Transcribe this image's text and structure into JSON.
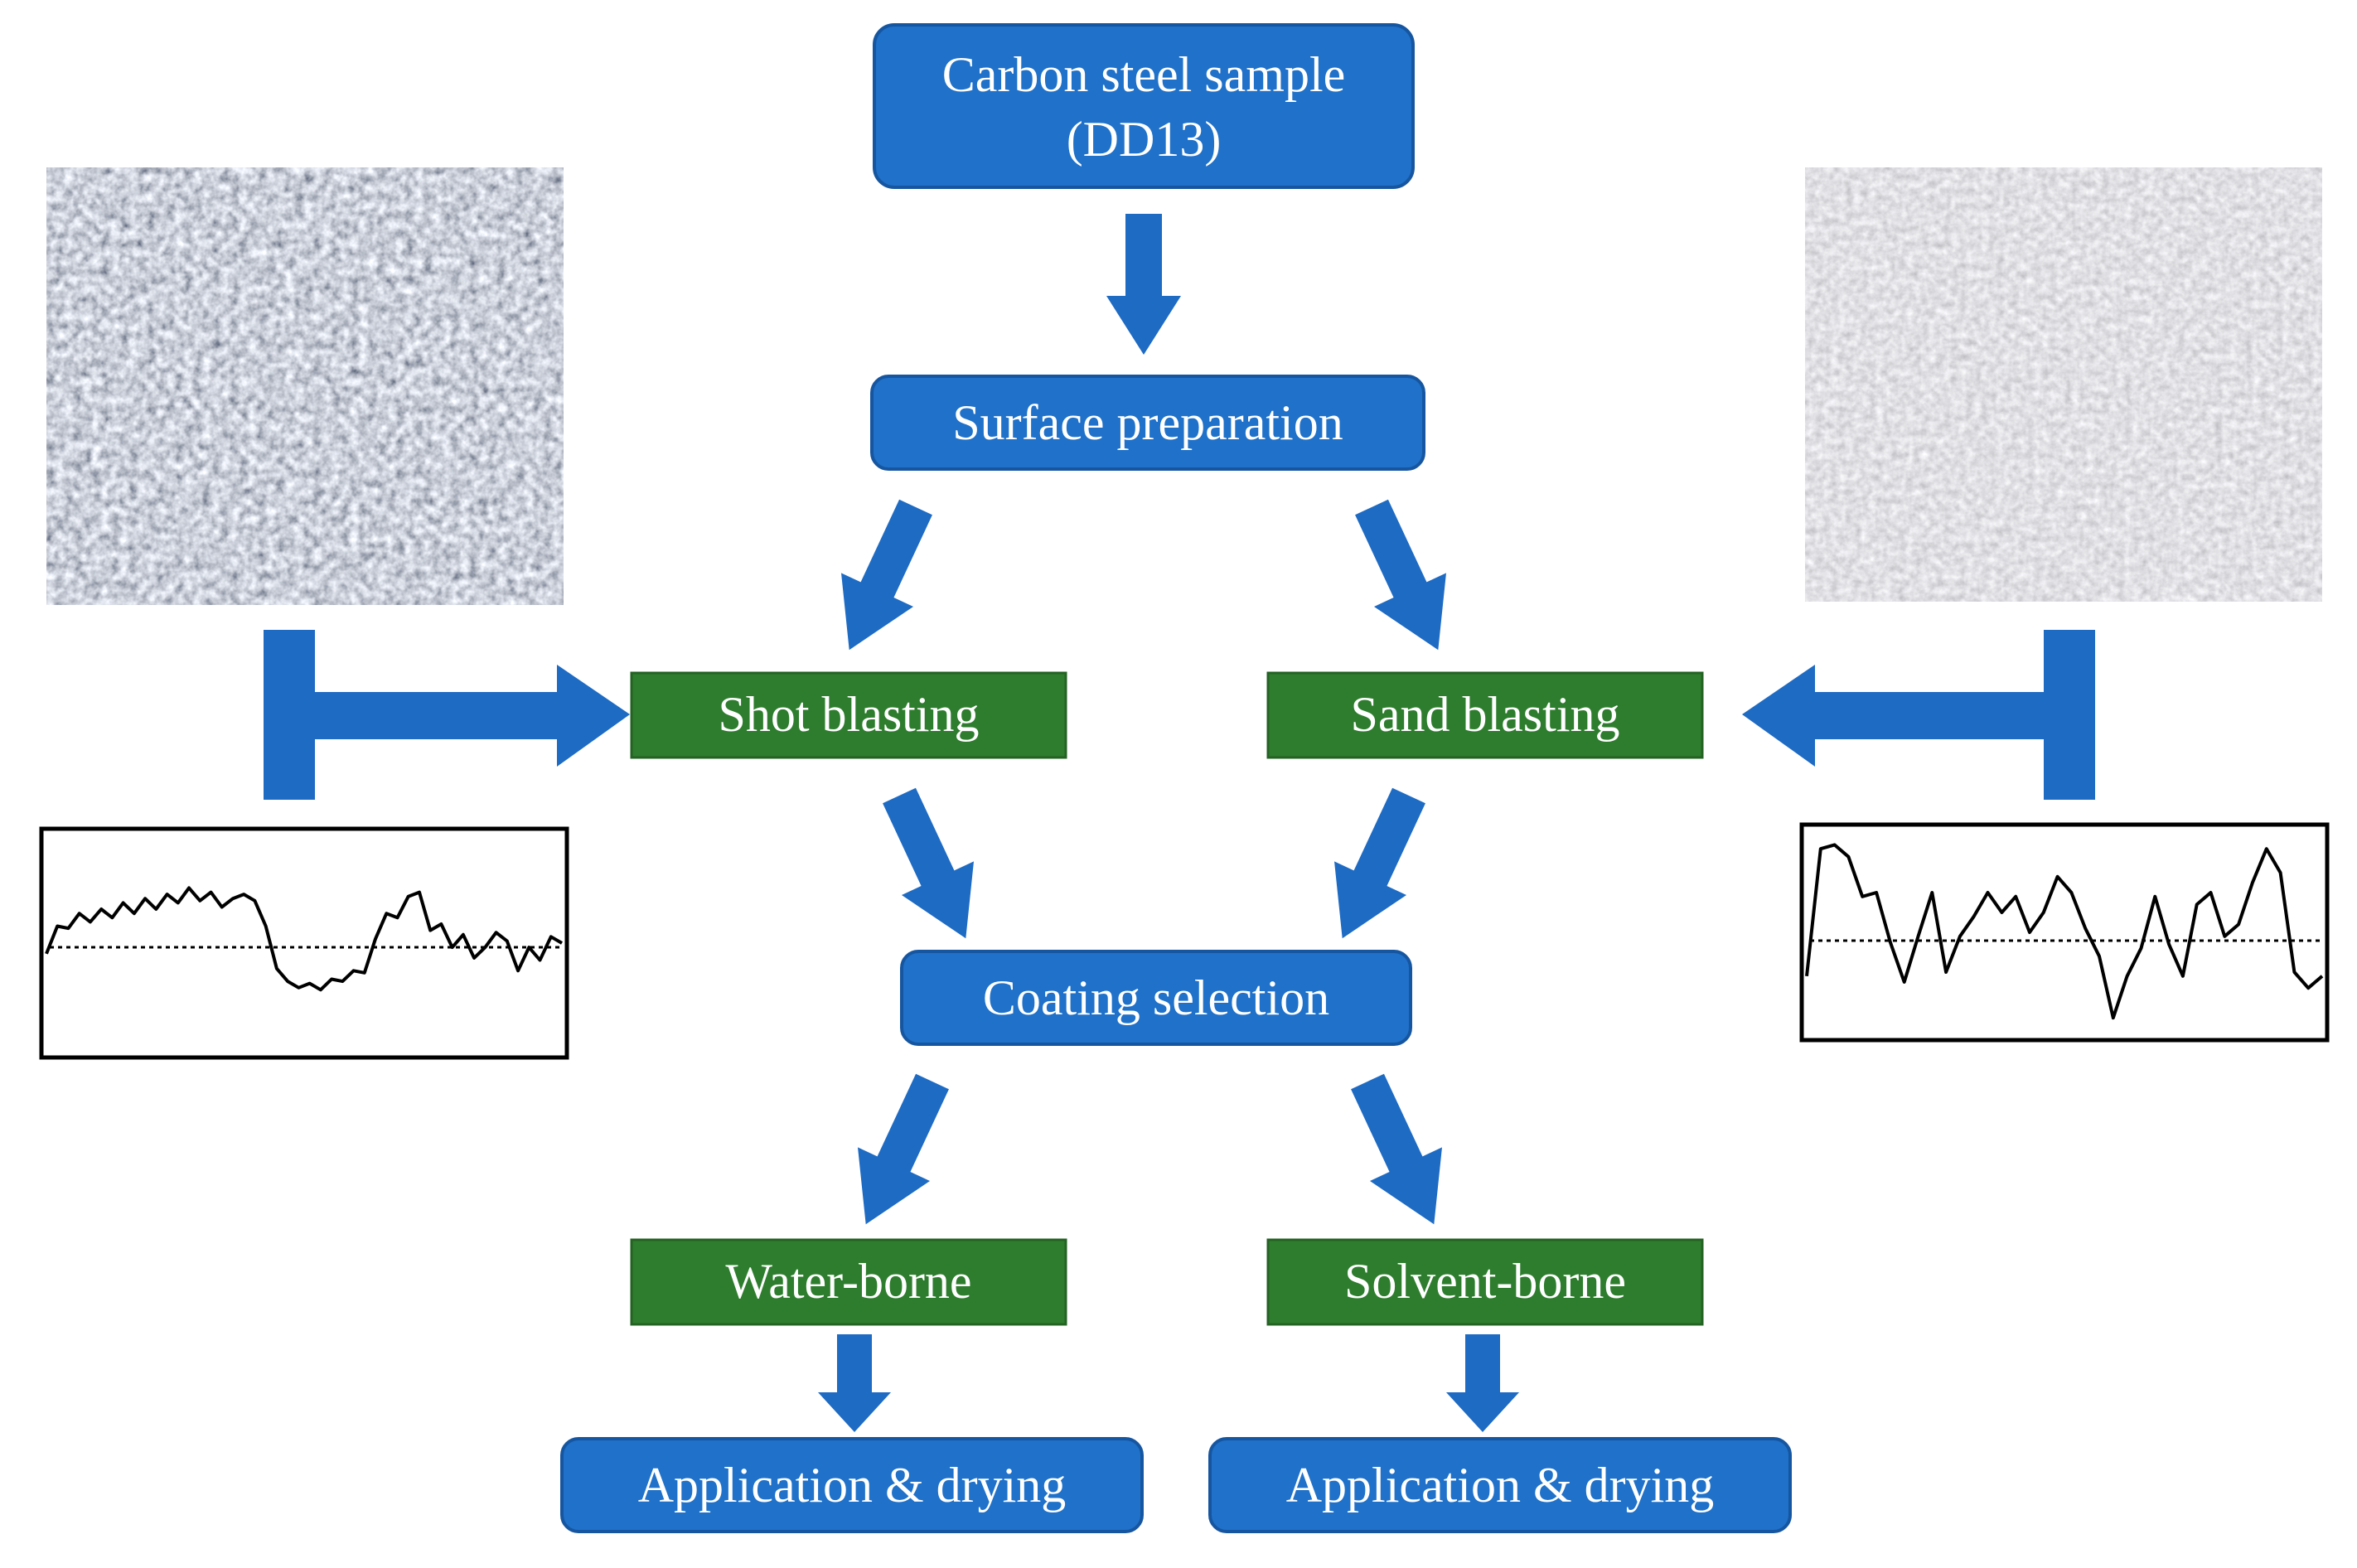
{
  "colors": {
    "blue_box": "#1F71C9",
    "blue_border": "#1656A0",
    "green_box": "#2E7D2E",
    "arrow_blue": "#1E6BC4",
    "text": "#FFFFFF",
    "profile_line": "#000000"
  },
  "nodes": {
    "sample_line1": "Carbon steel sample",
    "sample_line2": "(DD13)",
    "surface_preparation": "Surface preparation",
    "shot_blasting": "Shot blasting",
    "sand_blasting": "Sand blasting",
    "coating_selection": "Coating selection",
    "water_borne": "Water-borne",
    "solvent_borne": "Solvent-borne",
    "application_left": "Application & drying",
    "application_right": "Application & drying"
  },
  "profiles": {
    "shot": [
      0.55,
      0.42,
      0.43,
      0.36,
      0.4,
      0.34,
      0.38,
      0.31,
      0.36,
      0.29,
      0.34,
      0.27,
      0.31,
      0.24,
      0.3,
      0.26,
      0.33,
      0.29,
      0.27,
      0.3,
      0.42,
      0.62,
      0.68,
      0.71,
      0.69,
      0.72,
      0.67,
      0.68,
      0.63,
      0.64,
      0.48,
      0.36,
      0.38,
      0.28,
      0.26,
      0.44,
      0.41,
      0.52,
      0.46,
      0.57,
      0.52,
      0.45,
      0.49,
      0.63,
      0.52,
      0.58,
      0.47,
      0.5
    ],
    "sand": [
      0.72,
      0.08,
      0.06,
      0.12,
      0.32,
      0.3,
      0.55,
      0.75,
      0.52,
      0.3,
      0.7,
      0.52,
      0.42,
      0.3,
      0.4,
      0.32,
      0.5,
      0.4,
      0.22,
      0.3,
      0.48,
      0.62,
      0.93,
      0.72,
      0.58,
      0.32,
      0.56,
      0.72,
      0.36,
      0.3,
      0.52,
      0.46,
      0.25,
      0.08,
      0.2,
      0.7,
      0.78,
      0.72
    ]
  }
}
